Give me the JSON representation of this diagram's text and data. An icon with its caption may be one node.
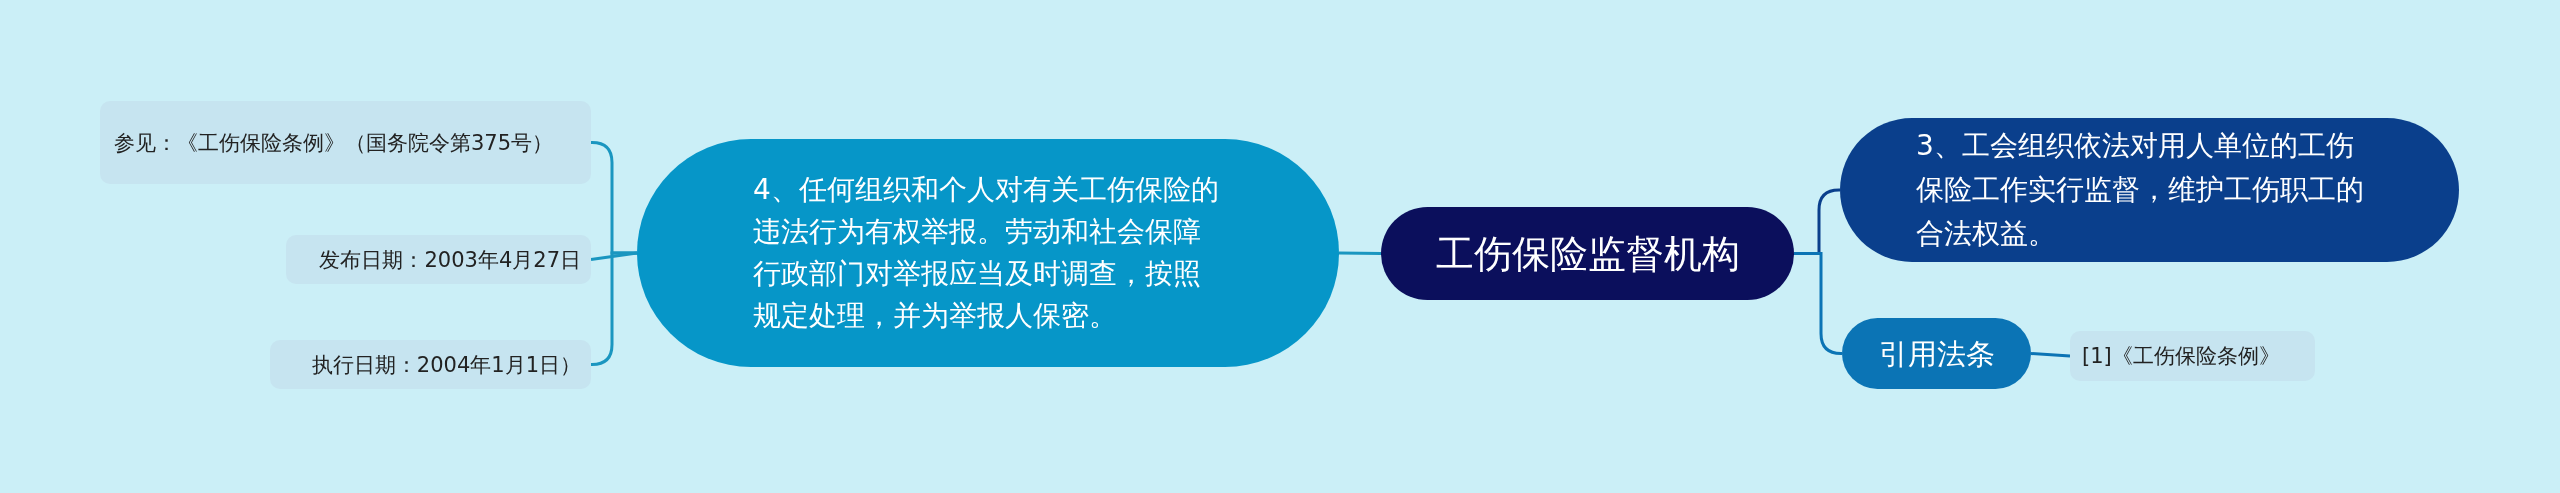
{
  "diagram": {
    "nodes": [
      {
        "text": [
          "工伤保险监督机构"
        ]
      },
      {
        "text": [
          "3、工会组织依法对用人单位的工伤保险工作实行监督，维护工伤职工的合法权益。"
        ]
      },
      {
        "text": [
          "引用法条"
        ]
      },
      {
        "text": [
          "[1]《工伤保险条例》"
        ]
      },
      {
        "text": [
          "4、任何组织和个人对有关工伤保险的违法行为有权举报。劳动和社会保障行政部门对举报应当及时调查，按照规定处理，并为举报人保密。"
        ]
      },
      {
        "text": [
          "参见：《工伤保险条例》（国务院令第375号）"
        ]
      },
      {
        "text": [
          "发布日期：2003年4月27日"
        ]
      },
      {
        "text": [
          "执行日期：2004年1月1日）"
        ]
      }
    ],
    "edges": [
      {
        "from": 0,
        "to": 1,
        "arrow": "none",
        "color": "#0a3f8c"
      },
      {
        "from": 0,
        "to": 2,
        "arrow": "none",
        "color": "#0b74b5"
      },
      {
        "from": 2,
        "to": 3,
        "arrow": "none",
        "color": "#0b74b5"
      },
      {
        "from": 0,
        "to": 4,
        "arrow": "none"
      },
      {
        "from": 4,
        "to": 5,
        "arrow": "none"
      },
      {
        "from": 4,
        "to": 6,
        "arrow": "none"
      },
      {
        "from": 4,
        "to": 7,
        "arrow": "none"
      }
    ]
  }
}
